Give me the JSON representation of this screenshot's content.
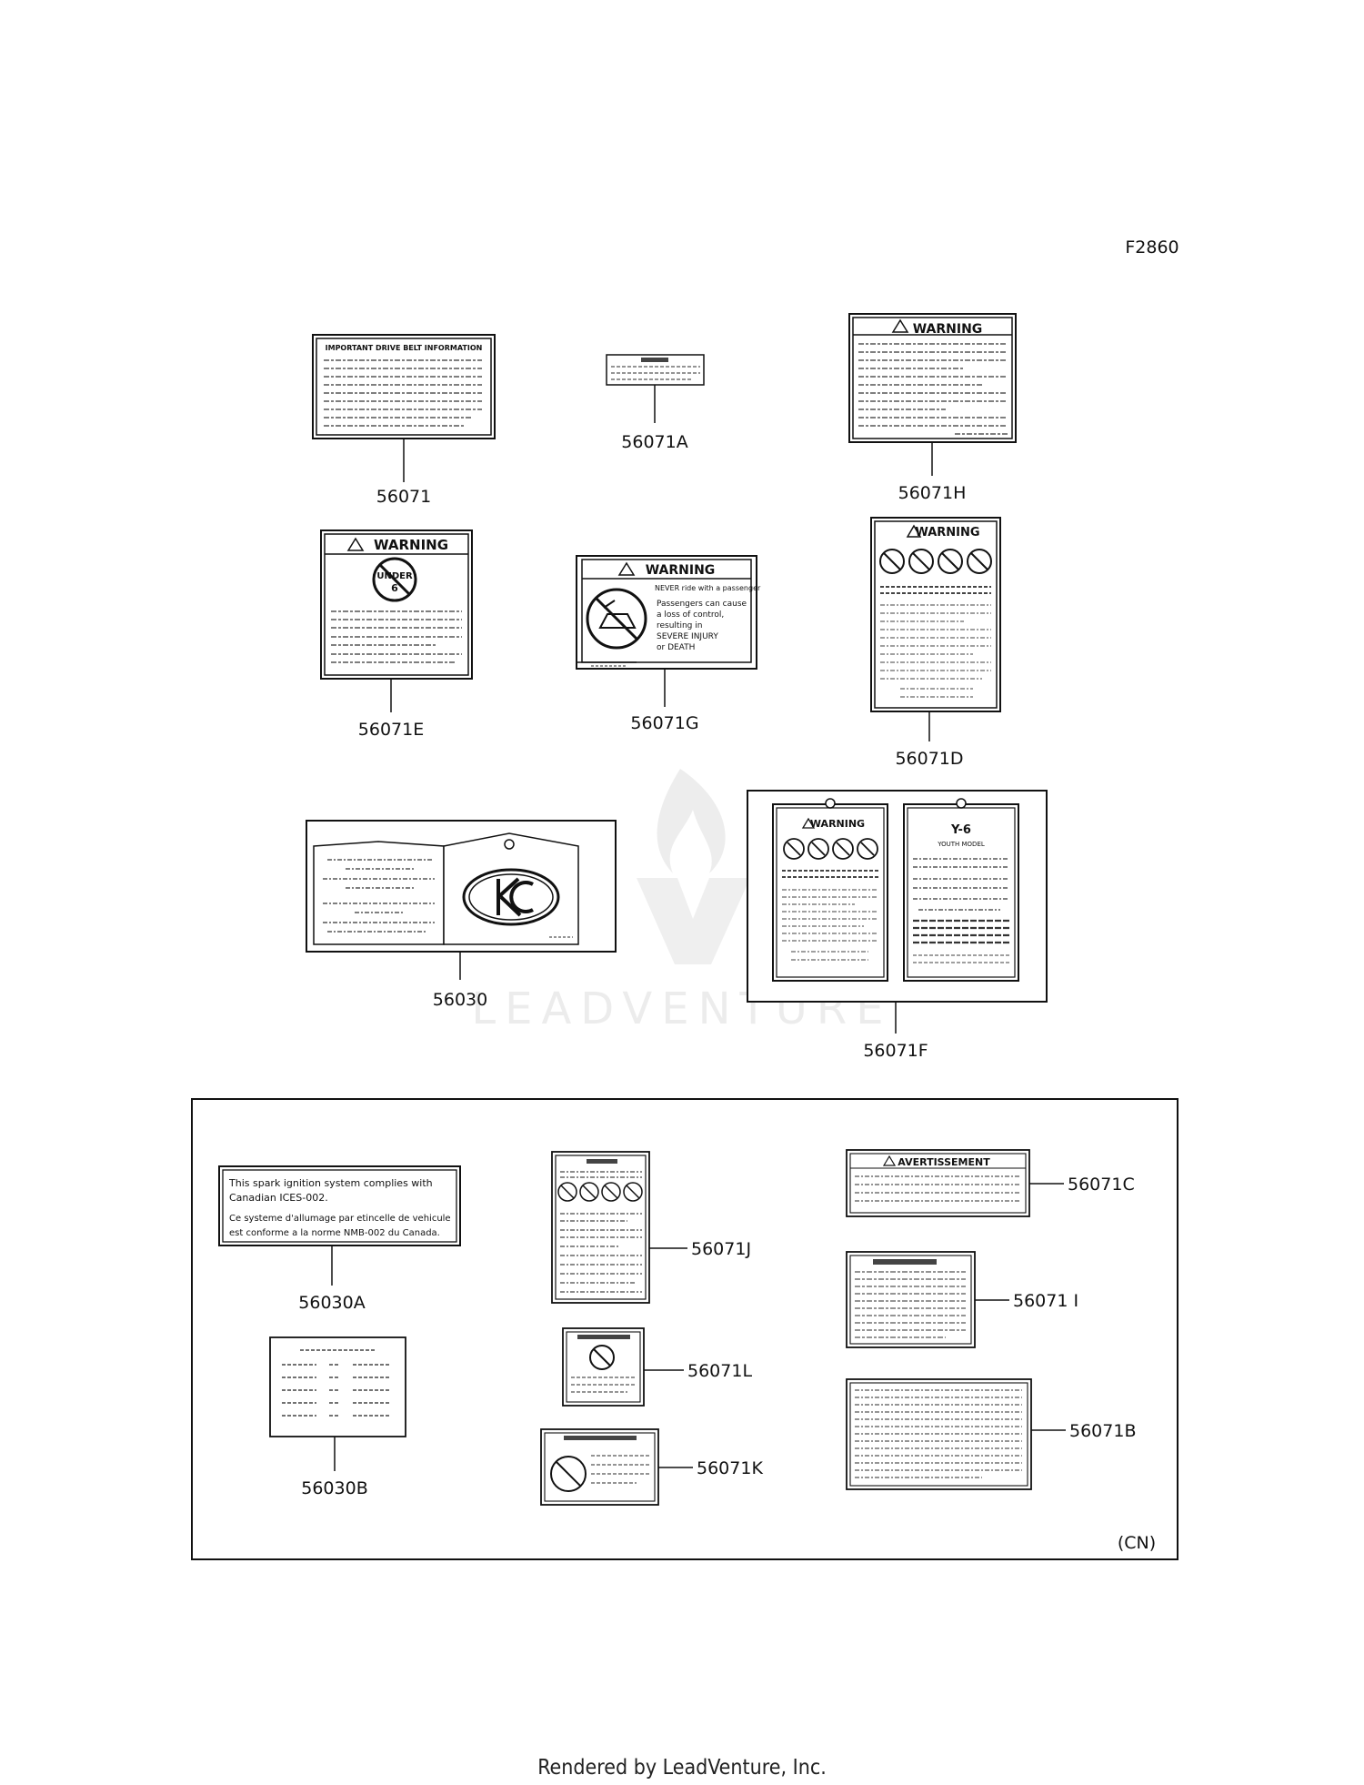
{
  "figure_id": "F2860",
  "region_code": "(CN)",
  "footer": "Rendered by LeadVenture, Inc.",
  "watermark": "LEADVENTURE",
  "parts": {
    "p56071": "56071",
    "p56071A": "56071A",
    "p56071H": "56071H",
    "p56071E": "56071E",
    "p56071G": "56071G",
    "p56071D": "56071D",
    "p56030": "56030",
    "p56071F": "56071F",
    "p56030A": "56030A",
    "p56071J": "56071J",
    "p56071C": "56071C",
    "p56071I": "56071 I",
    "p56071L": "56071L",
    "p56030B": "56030B",
    "p56071K": "56071K",
    "p56071B": "56071B"
  },
  "labels": {
    "info_title": "IMPORTANT DRIVE BELT INFORMATION",
    "warning": "WARNING",
    "under": "UNDER",
    "under_age": "6",
    "warn_never": "NEVER ride with a passenger",
    "warn_passengers": "Passengers can cause",
    "warn_loss": "a loss of control,",
    "warn_resulting": "resulting in",
    "warn_severe": "SEVERE INJURY",
    "warn_death": "or DEATH",
    "y6": "Y-6",
    "youth_model": "YOUTH MODEL",
    "avertissement": "AVERTISSEMENT",
    "cn_line1": "This spark ignition system complies with",
    "cn_line2": "Canadian ICES-002.",
    "cn_line3": "Ce systeme d'allumage par etincelle de vehicule",
    "cn_line4": "est conforme a la norme NMB-002 du Canada."
  }
}
